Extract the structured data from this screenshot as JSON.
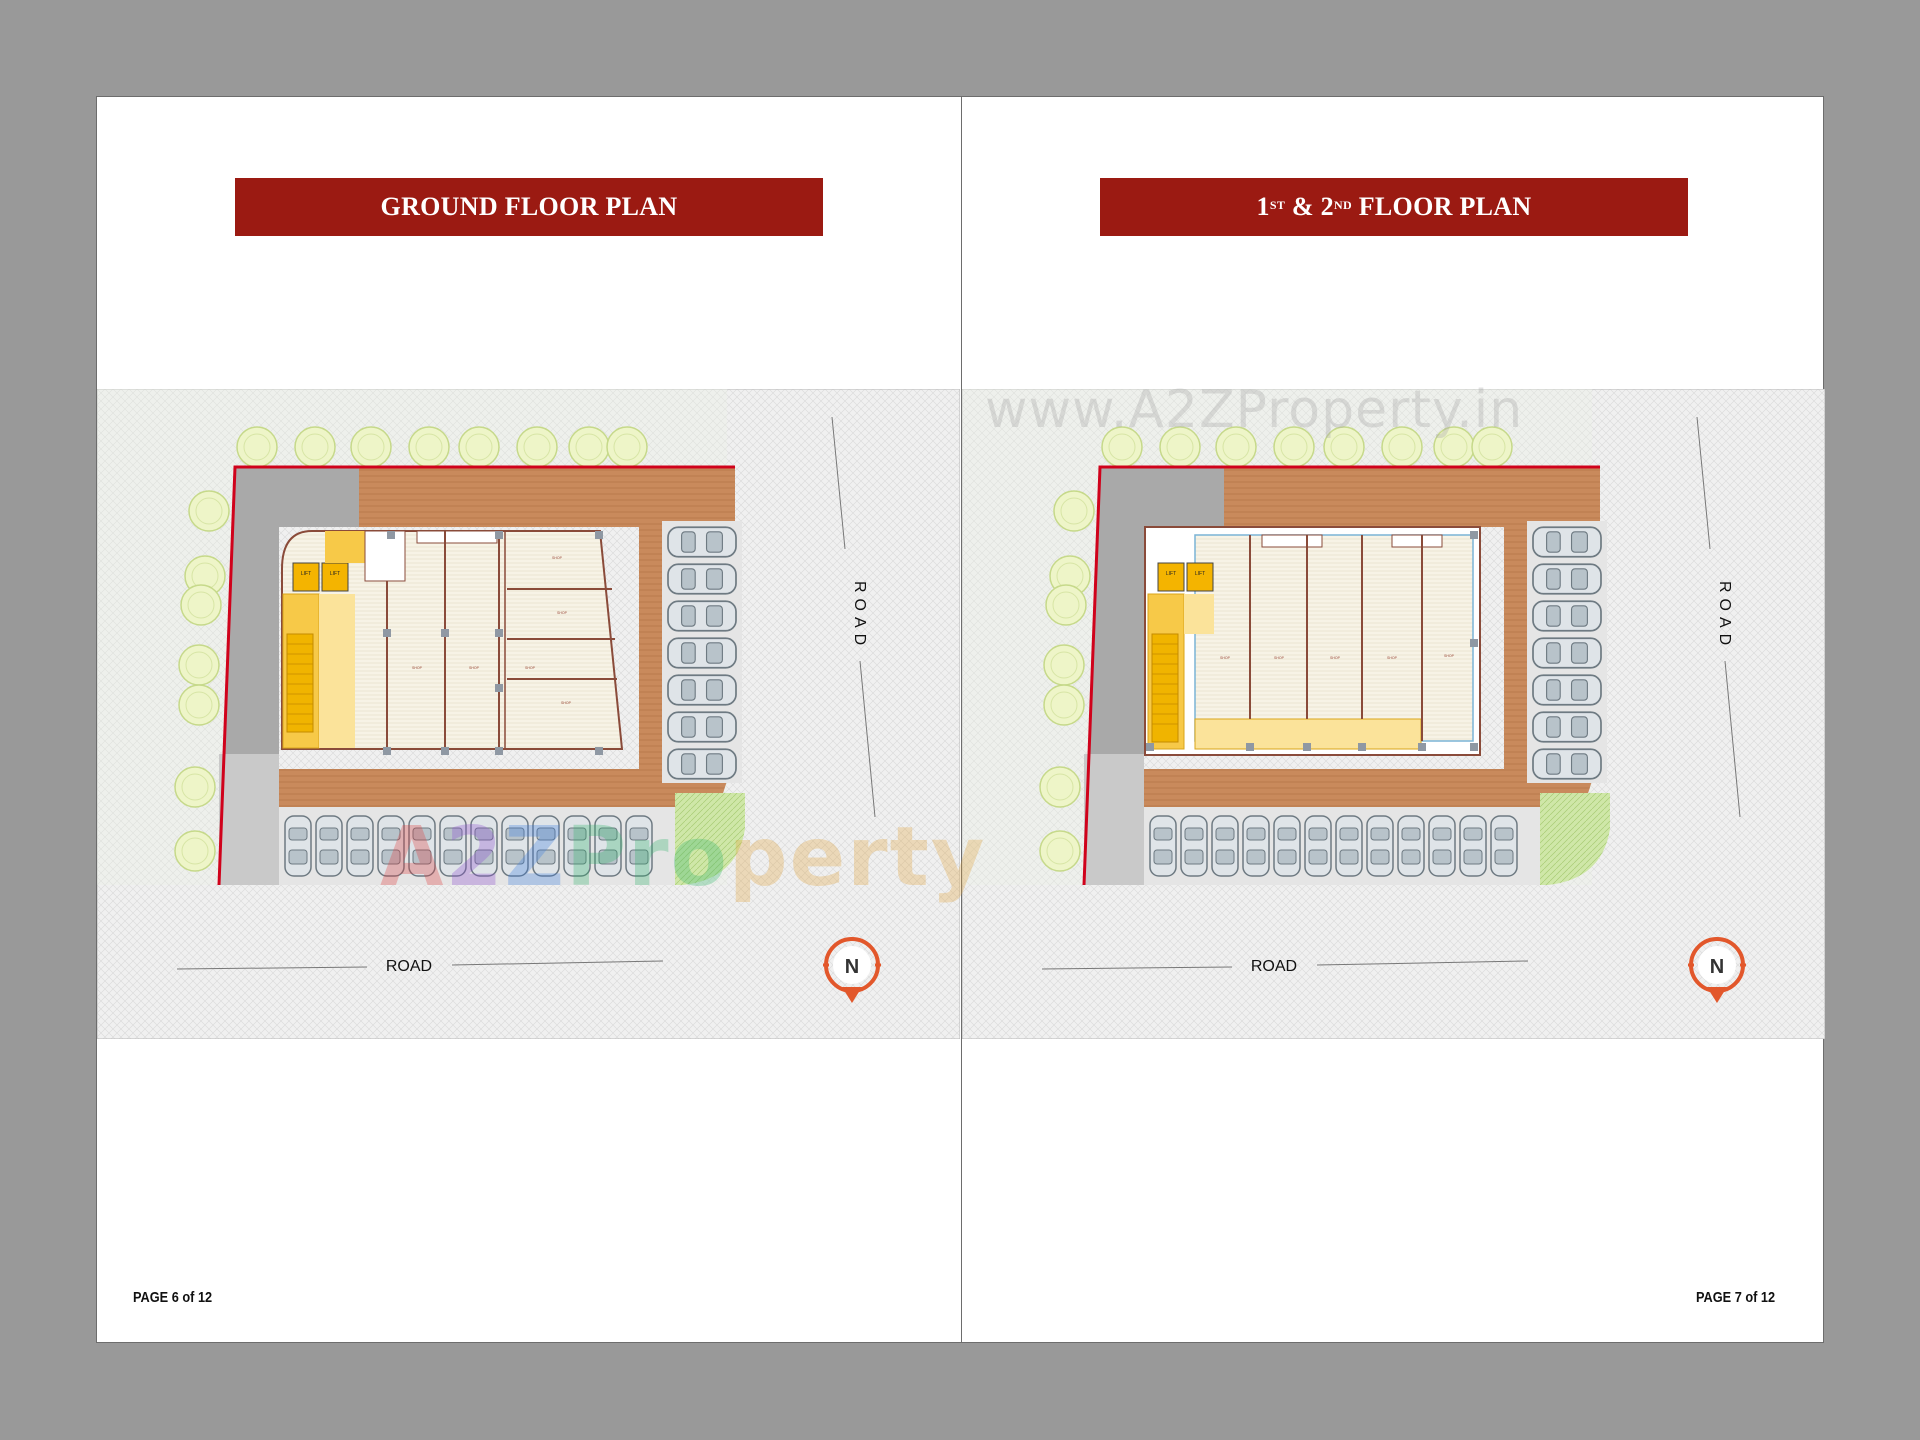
{
  "left_page": {
    "title": "GROUND FLOOR PLAN",
    "page_number": "PAGE 6 of 12",
    "road_bottom": "ROAD",
    "road_right": "ROAD",
    "compass": "N",
    "lift_labels": [
      "LIFT",
      "LIFT"
    ]
  },
  "right_page": {
    "title_parts": {
      "first": "1",
      "first_sup": "ST",
      "mid": " & 2",
      "second_sup": "ND",
      "rest": " FLOOR PLAN"
    },
    "page_number": "PAGE 7 of 12",
    "road_bottom": "ROAD",
    "road_right": "ROAD",
    "compass": "N",
    "lift_labels": [
      "LIFT",
      "LIFT"
    ]
  },
  "watermark_url": "www.A2ZProperty.in",
  "watermark_logo": [
    "A",
    "2",
    "Z",
    "Pro",
    "perty"
  ],
  "colors": {
    "title_bar": "#9b1a12",
    "boundary": "#d0021b",
    "deck": "#c98a5c",
    "lobby": "#f7c948",
    "compass": "#e2572b"
  }
}
